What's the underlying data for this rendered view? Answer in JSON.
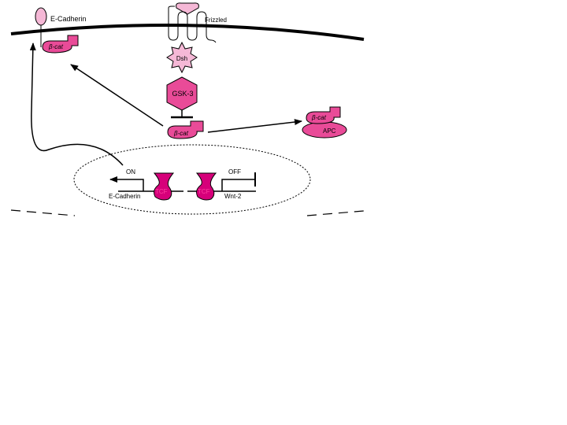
{
  "labels": {
    "ecadherin_top": "E-Cadherin",
    "frizzled": "Frizzled",
    "dsh": "Dsh",
    "gsk3": "GSK-3",
    "bcat_greek": "β",
    "bcat_suffix": "-cat",
    "apc": "APC",
    "tcf": "TCF",
    "on": "ON",
    "off": "OFF",
    "ecadherin_gene": "E-Cadherin",
    "wnt2_gene": "Wnt-2"
  },
  "colors": {
    "pink_light": "#f5b8d6",
    "pink_mid": "#e94b98",
    "magenta": "#d6007a",
    "line": "#000000"
  }
}
